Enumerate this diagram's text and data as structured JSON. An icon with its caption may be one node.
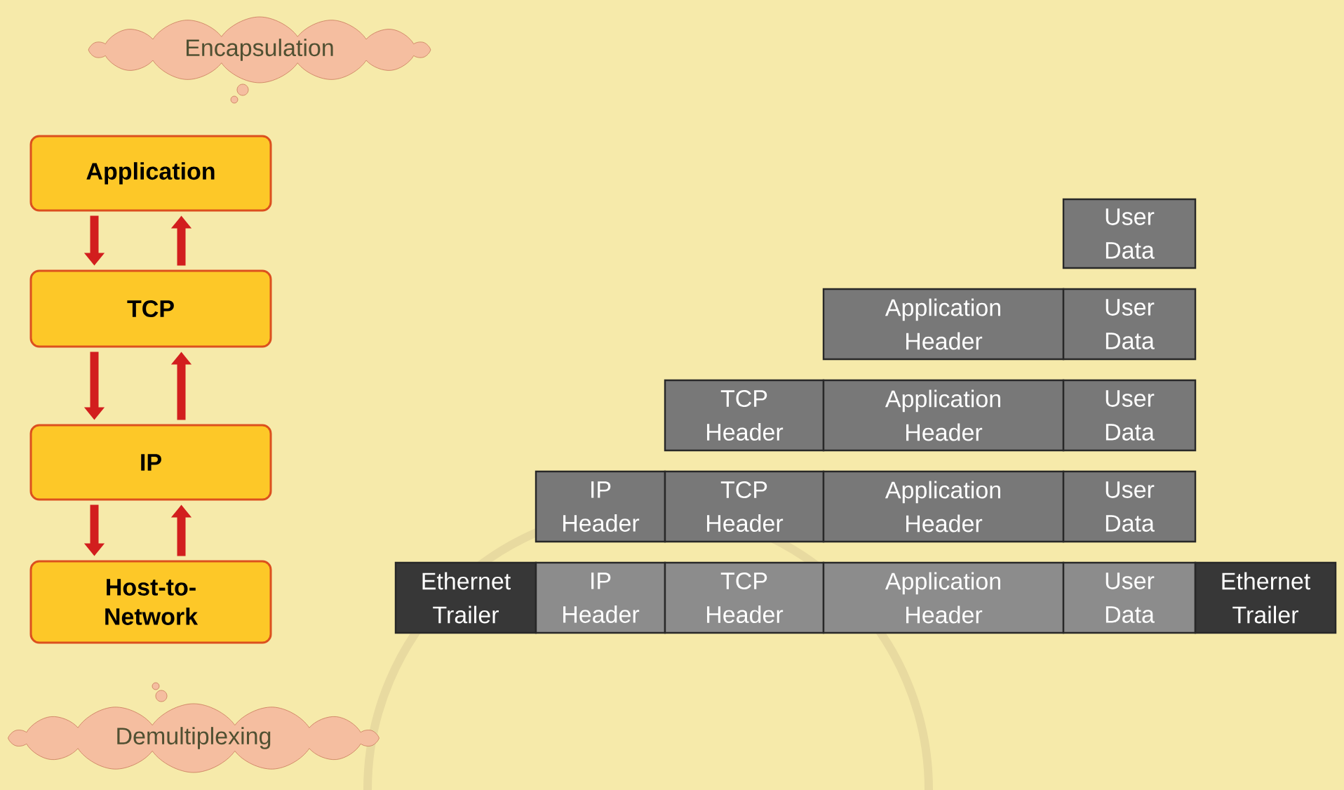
{
  "diagram": {
    "nodes": [
      {
        "text": [
          "Encapsulation"
        ]
      },
      {
        "text": [
          "Application"
        ]
      },
      {
        "text": [
          "TCP"
        ]
      },
      {
        "text": [
          "IP"
        ]
      },
      {
        "text": [
          "Host-to-Network"
        ]
      },
      {
        "text": [
          "Demultiplexing"
        ]
      },
      {
        "text": [
          "User Data"
        ]
      },
      {
        "text": [
          "Application Header"
        ]
      },
      {
        "text": [
          "User Data"
        ]
      },
      {
        "text": [
          "TCP Header"
        ]
      },
      {
        "text": [
          "Application Header"
        ]
      },
      {
        "text": [
          "User Data"
        ]
      },
      {
        "text": [
          "IP Header"
        ]
      },
      {
        "text": [
          "TCP Header"
        ]
      },
      {
        "text": [
          "Application Header"
        ]
      },
      {
        "text": [
          "User Data"
        ]
      },
      {
        "text": [
          "Ethernet Trailer"
        ]
      },
      {
        "text": [
          "IP Header"
        ]
      },
      {
        "text": [
          "TCP Header"
        ]
      },
      {
        "text": [
          "Application Header"
        ]
      },
      {
        "text": [
          "User Data"
        ]
      },
      {
        "text": [
          "Ethernet Trailer"
        ]
      }
    ],
    "edges": [
      {
        "from": 1,
        "to": 2,
        "arrow": "to"
      },
      {
        "from": 2,
        "to": 1,
        "arrow": "to"
      },
      {
        "from": 2,
        "to": 3,
        "arrow": "to"
      },
      {
        "from": 3,
        "to": 2,
        "arrow": "to"
      },
      {
        "from": 3,
        "to": 4,
        "arrow": "to"
      },
      {
        "from": 4,
        "to": 3,
        "arrow": "to"
      }
    ]
  }
}
